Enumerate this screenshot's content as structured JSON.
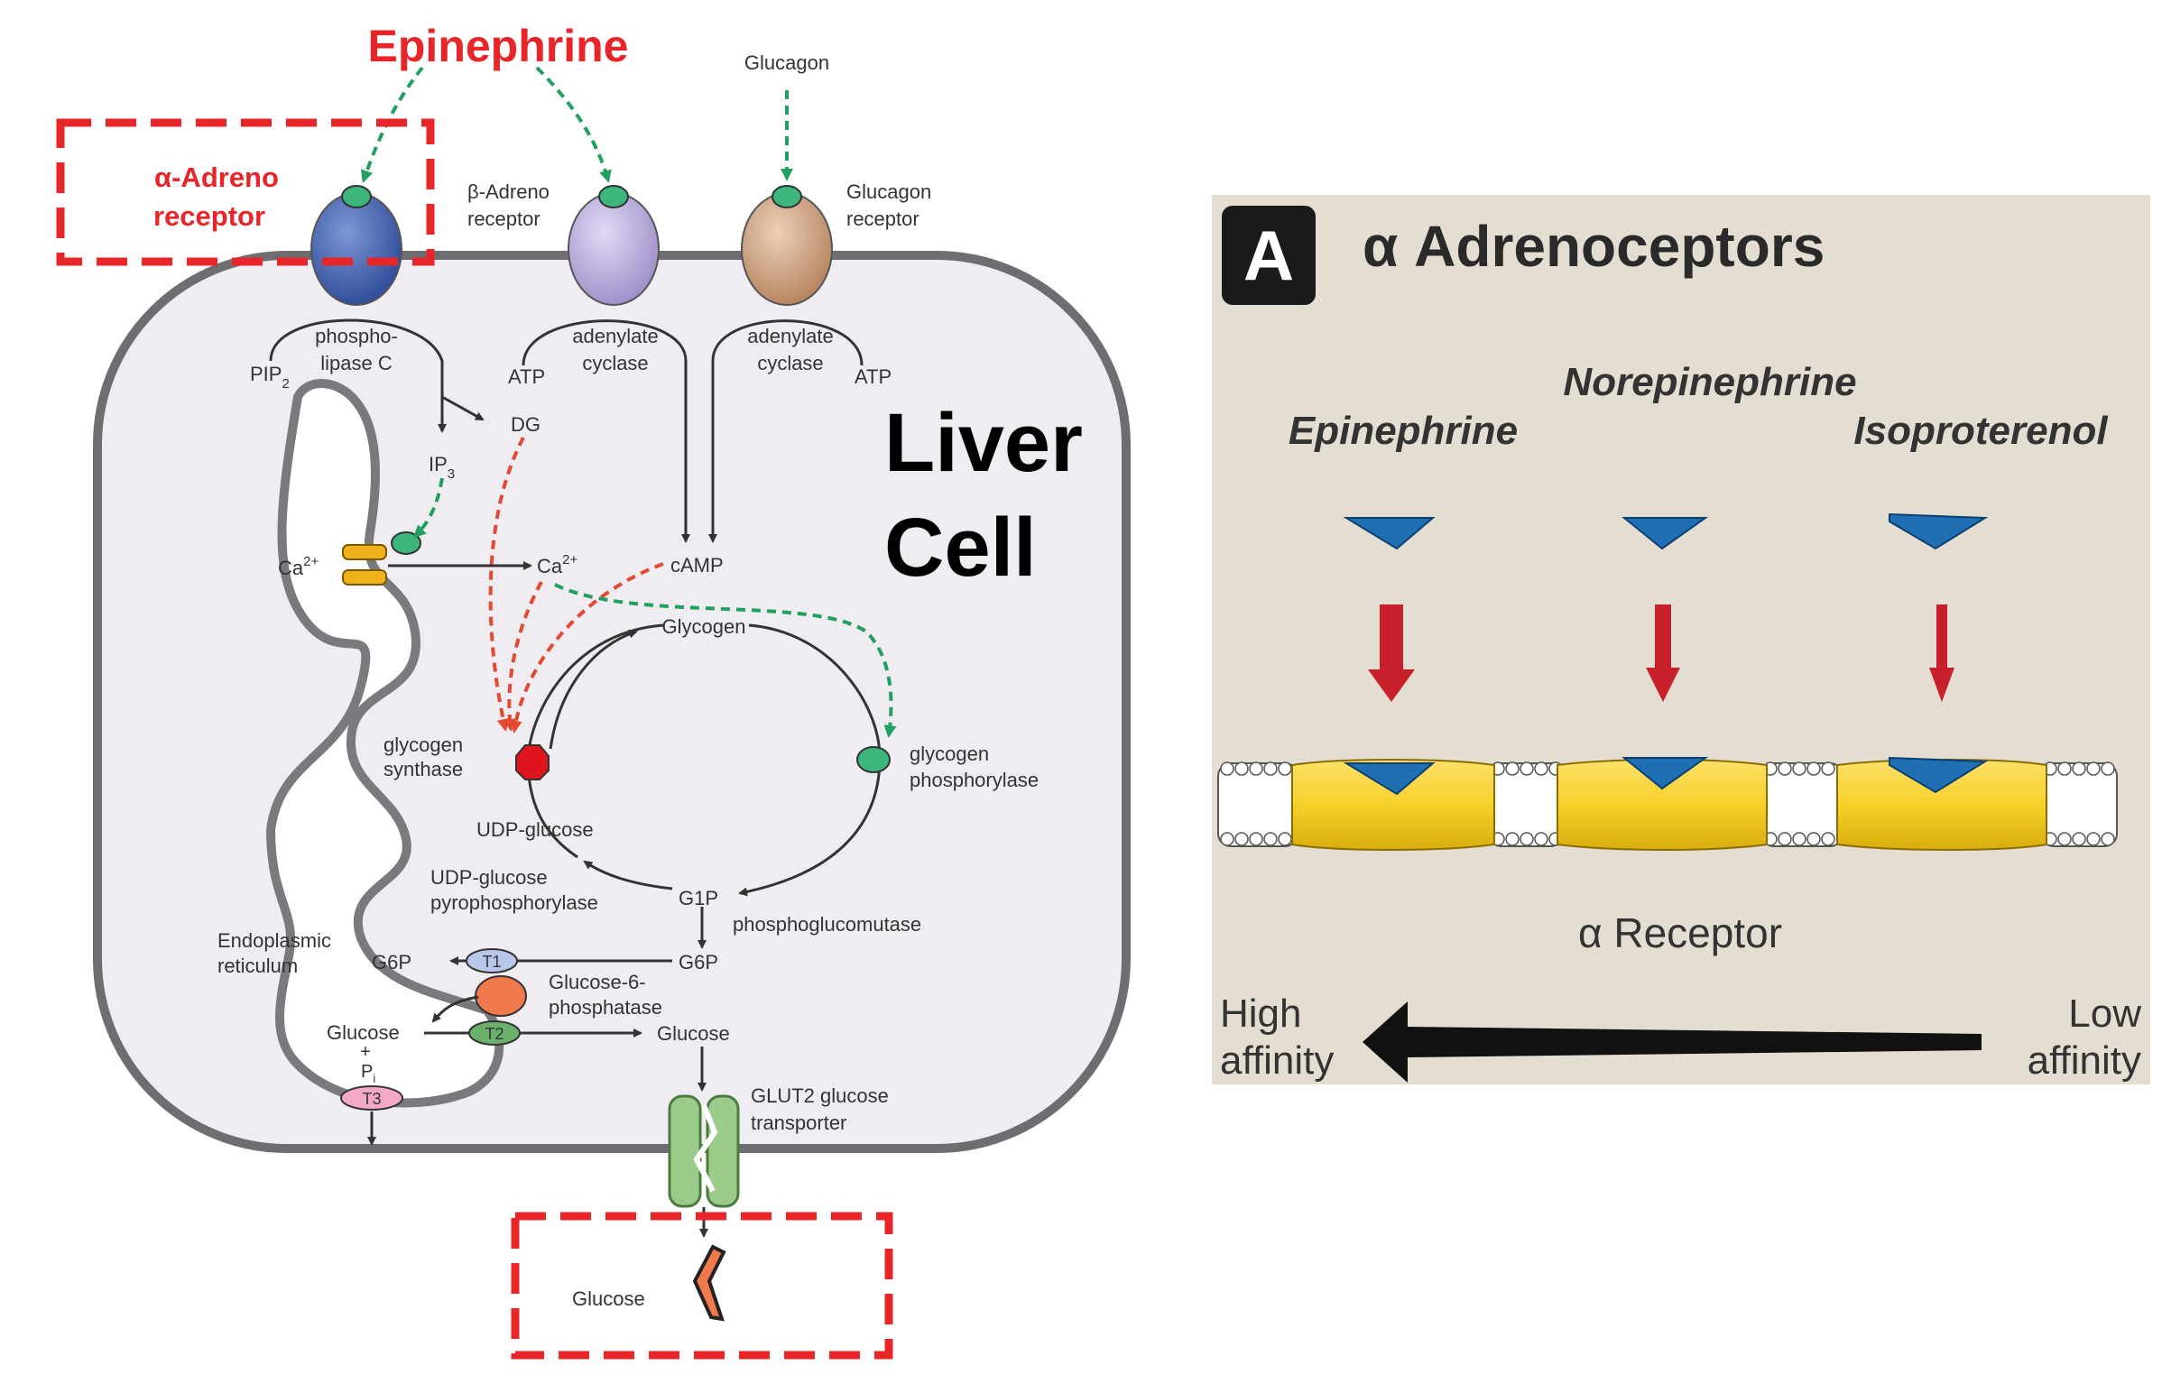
{
  "colors": {
    "annotation_red": "#e8262a",
    "green_arrow": "#22a060",
    "red_dashed": "#e24a33",
    "cell_fill": "#efedf2",
    "panel_bg": "#e4ddd2",
    "receptor_alpha": "#3c5ca8",
    "receptor_beta": "#b9acdc",
    "receptor_glucagon": "#cfa07e",
    "membrane_yellow": "#f6d12a",
    "ligand_blue": "#1f6fb5",
    "arrow_red": "#c8202a"
  },
  "cell_diagram": {
    "epinephrine": "Epinephrine",
    "alpha_receptor_line1": "α-Adreno",
    "alpha_receptor_line2": "receptor",
    "beta_receptor_line1": "β-Adreno",
    "beta_receptor_line2": "receptor",
    "glucagon": "Glucagon",
    "glucagon_receptor_line1": "Glucagon",
    "glucagon_receptor_line2": "receptor",
    "plc_line1": "phospho-",
    "plc_line2": "lipase C",
    "pip2": "PIP",
    "pip2_sub": "2",
    "ac1_line1": "adenylate",
    "ac1_line2": "cyclase",
    "ac2_line1": "adenylate",
    "ac2_line2": "cyclase",
    "atp1": "ATP",
    "atp2": "ATP",
    "dg": "DG",
    "ip3": "IP",
    "ip3_sub": "3",
    "ca_left": "Ca",
    "ca_right": "Ca",
    "ca_sup": "2+",
    "camp": "cAMP",
    "liver_line1": "Liver",
    "liver_line2": "Cell",
    "glycogen": "Glycogen",
    "gs_line1": "glycogen",
    "gs_line2": "synthase",
    "gp_line1": "glycogen",
    "gp_line2": "phosphorylase",
    "udp_glucose": "UDP-glucose",
    "udp_ppl_line1": "UDP-glucose",
    "udp_ppl_line2": "pyrophosphorylase",
    "g1p": "G1P",
    "pgm": "phosphoglucomutase",
    "er_line1": "Endoplasmic",
    "er_line2": "reticulum",
    "g6p_left": "G6P",
    "g6p_right": "G6P",
    "t1": "T1",
    "t2": "T2",
    "t3": "T3",
    "g6pase_line1": "Glucose-6-",
    "g6pase_line2": "phosphatase",
    "glucose_left": "Glucose",
    "plus": "+",
    "pi": "P",
    "pi_sub": "i",
    "glucose_mid": "Glucose",
    "glut2_line1": "GLUT2 glucose",
    "glut2_line2": "transporter",
    "glucose_out": "Glucose"
  },
  "adrenoceptor_panel": {
    "panel_letter": "A",
    "title": "α Adrenoceptors",
    "agonist_1": "Epinephrine",
    "agonist_2": "Norepinephrine",
    "agonist_3": "Isoproterenol",
    "receptor_label": "α Receptor",
    "high_line1": "High",
    "high_line2": "affinity",
    "low_line1": "Low",
    "low_line2": "affinity"
  }
}
